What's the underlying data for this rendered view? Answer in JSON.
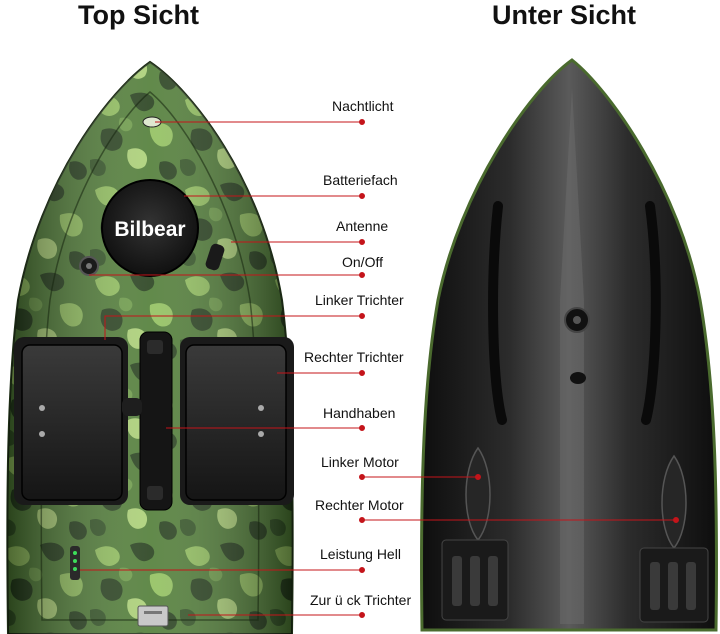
{
  "titles": {
    "top_view": "Top Sicht",
    "bottom_view": "Unter Sicht"
  },
  "brand": "Bilbear",
  "callouts": [
    {
      "id": "night-light",
      "label": "Nachtlicht"
    },
    {
      "id": "battery-compartment",
      "label": "Batteriefach"
    },
    {
      "id": "antenna",
      "label": "Antenne"
    },
    {
      "id": "power-switch",
      "label": "On/Off"
    },
    {
      "id": "left-hopper",
      "label": "Linker Trichter"
    },
    {
      "id": "right-hopper",
      "label": "Rechter Trichter"
    },
    {
      "id": "handles",
      "label": "Handhaben"
    },
    {
      "id": "left-motor",
      "label": "Linker Motor"
    },
    {
      "id": "right-motor",
      "label": "Rechter Motor"
    },
    {
      "id": "power-indicator",
      "label": "Leistung Hell"
    },
    {
      "id": "back-hopper",
      "label": "Zur ü ck Trichter"
    }
  ],
  "colors": {
    "camo_base": "#4c7a32",
    "camo_dark": "#223c18",
    "camo_light": "#8fbf5a",
    "hull_black": "#1d1d1d",
    "callout_red": "#c4141a"
  }
}
